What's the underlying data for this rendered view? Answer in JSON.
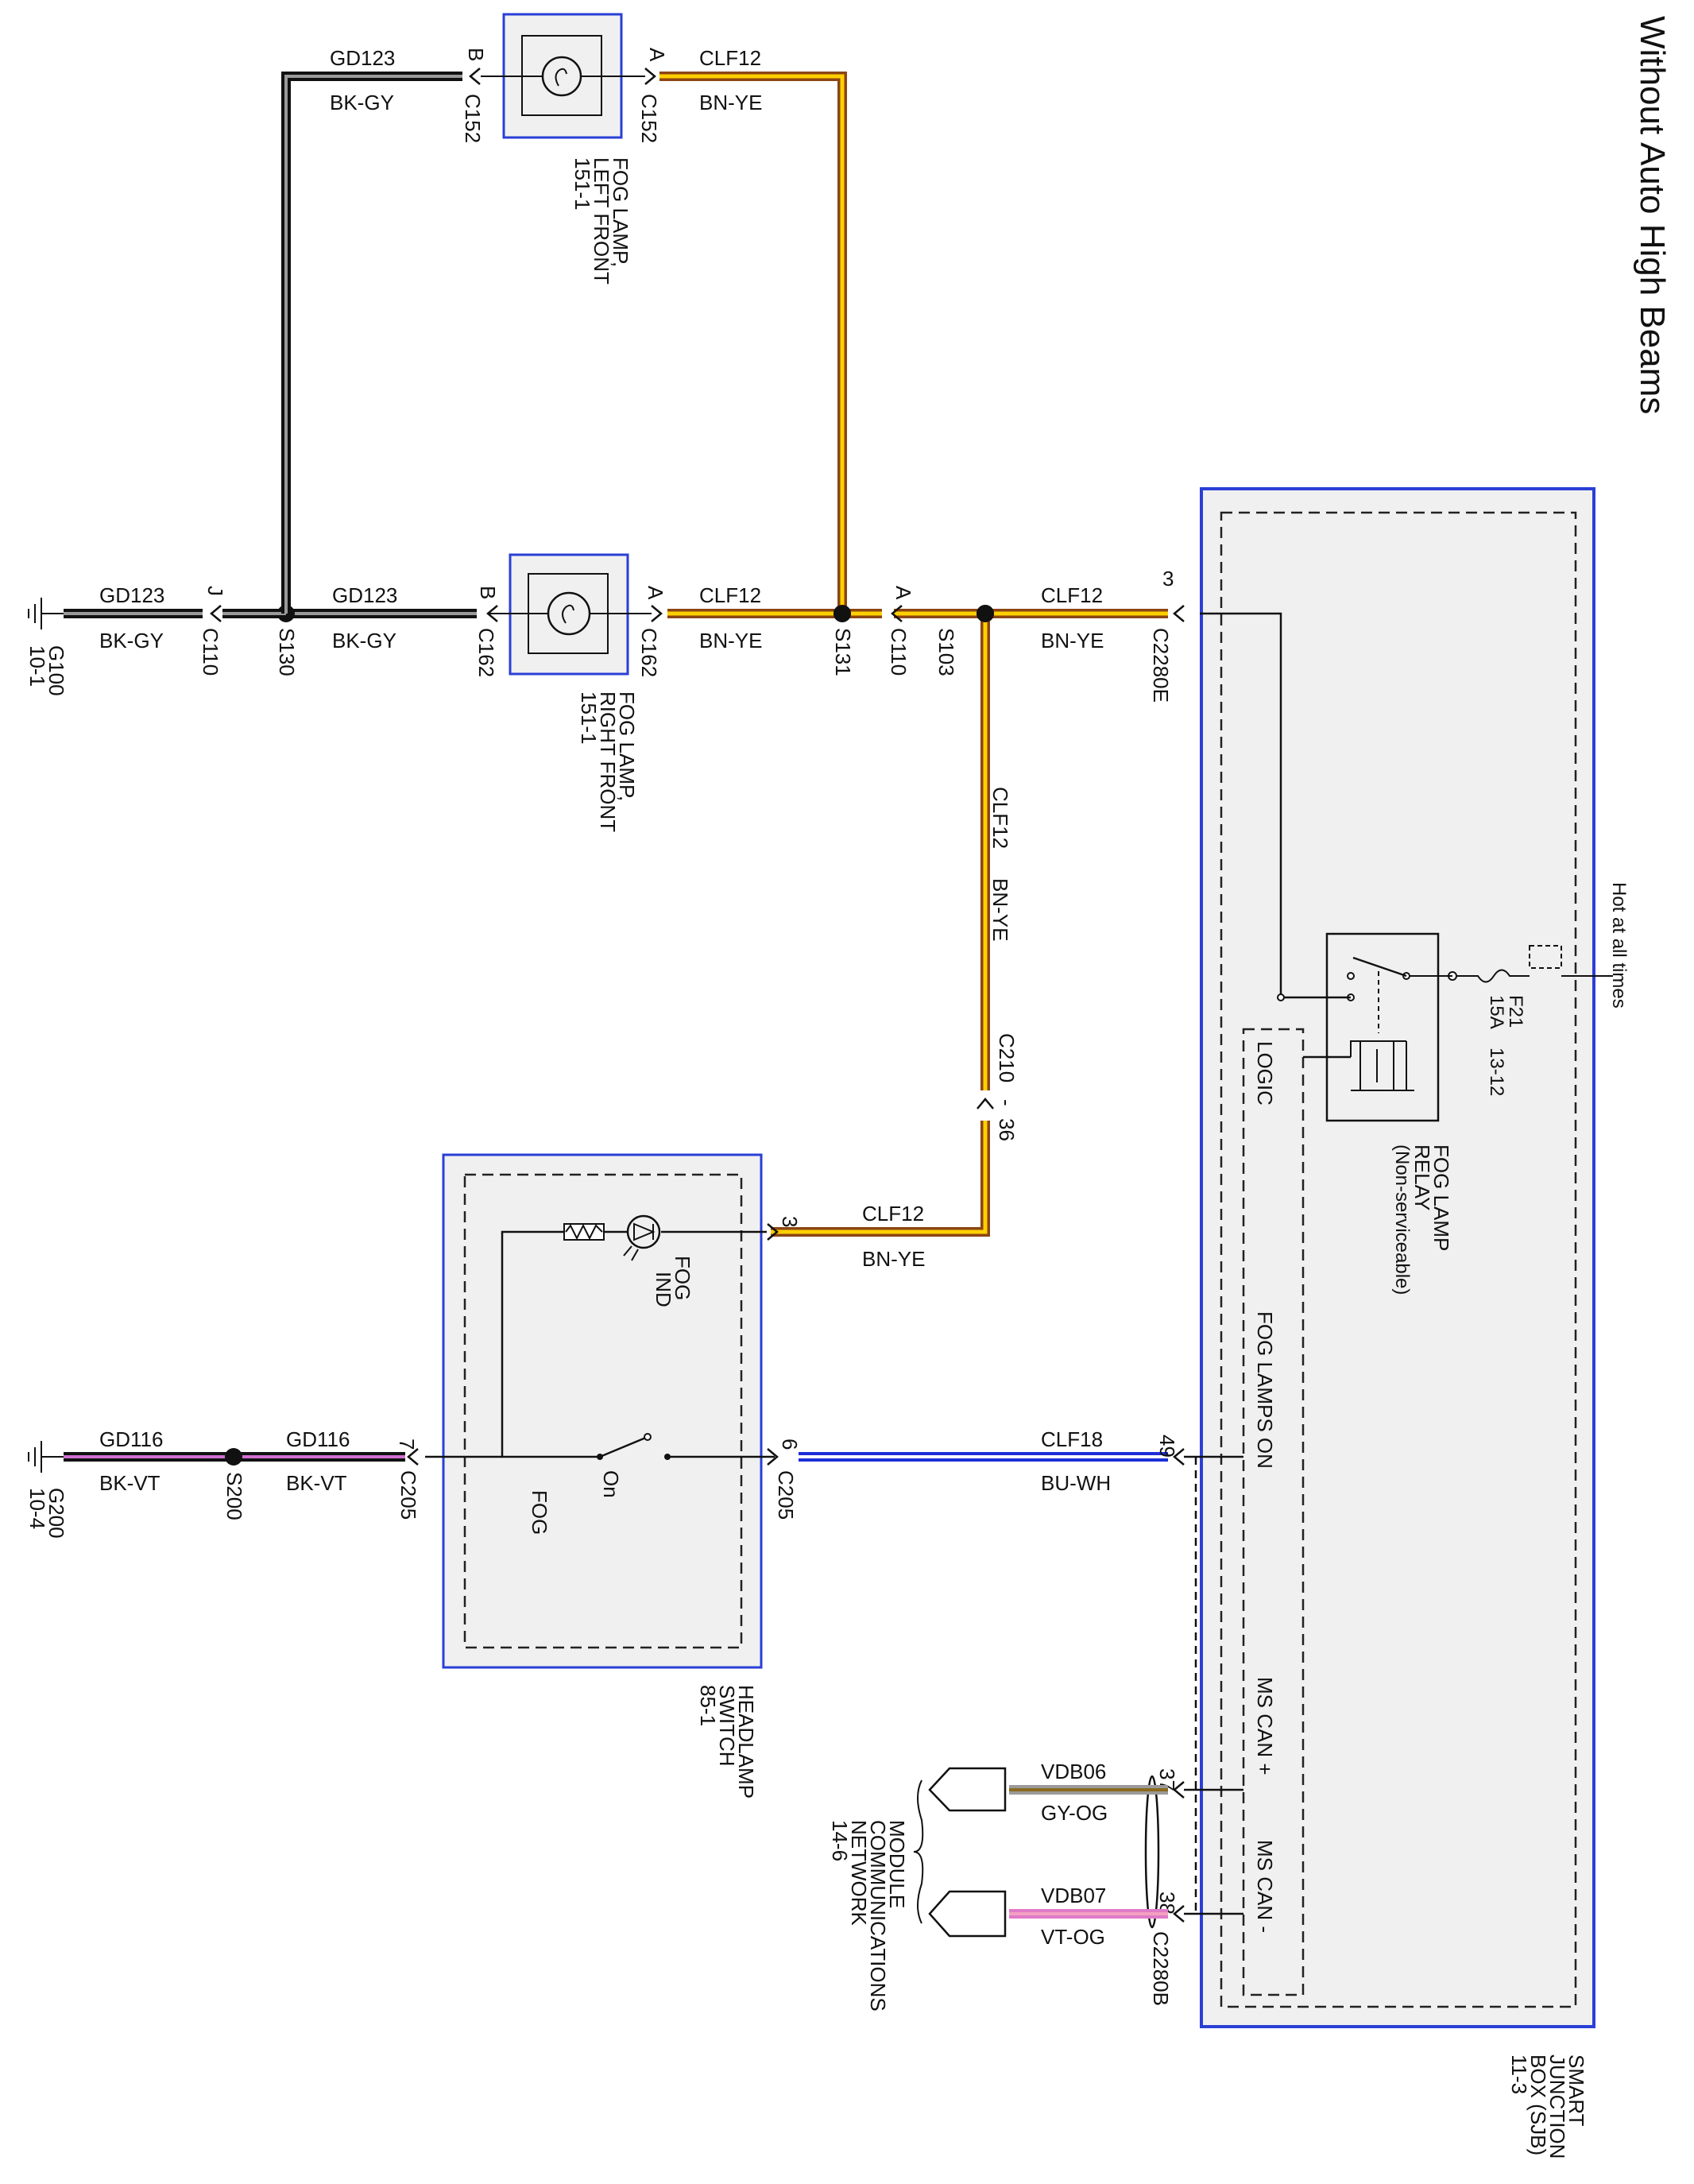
{
  "title": "Without Auto High Beams",
  "power": {
    "hot_label": "Hot at all times"
  },
  "fuse": {
    "name": "F21",
    "rating": "15A",
    "ref": "13-12"
  },
  "relay": {
    "name": "FOG LAMP",
    "line2": "RELAY",
    "note": "(Non-serviceable)"
  },
  "sjb": {
    "name": "SMART",
    "line2": "JUNCTION",
    "line3": "BOX (SJB)",
    "ref": "11-3",
    "logic": "LOGIC",
    "fog_on": "FOG LAMPS ON",
    "can_plus": "MS CAN +",
    "can_minus": "MS CAN -",
    "conn_e": "C2280E",
    "conn_b": "C2280B"
  },
  "pins": {
    "sjb_3": "3",
    "sjb_49": "49",
    "sjb_37": "37",
    "sjb_38": "38",
    "hs_3": "3",
    "hs_6": "6",
    "hs_7": "7",
    "c152_b": "B",
    "c152_a": "A",
    "c162_b": "B",
    "c162_a": "A",
    "c110_j": "J",
    "c110_a": "A"
  },
  "connectors": {
    "c152": "C152",
    "c162": "C162",
    "c110": "C110",
    "c205": "C205",
    "c210": "C210",
    "c210_pin": "36",
    "c210_dash": "-"
  },
  "splices": {
    "s130": "S130",
    "s131": "S131",
    "s103": "S103",
    "s200": "S200"
  },
  "grounds": {
    "g100": "G100",
    "g100_ref": "10-1",
    "g200": "G200",
    "g200_ref": "10-4"
  },
  "wires": {
    "clf12": "CLF12",
    "bn_ye": "BN-YE",
    "gd123": "GD123",
    "bk_gy": "BK-GY",
    "gd116": "GD116",
    "bk_vt": "BK-VT",
    "clf18": "CLF18",
    "bu_wh": "BU-WH",
    "vdb06": "VDB06",
    "gy_og": "GY-OG",
    "vdb07": "VDB07",
    "vt_og": "VT-OG"
  },
  "fog_lf": {
    "line1": "FOG LAMP,",
    "line2": "LEFT FRONT",
    "line3": "151-1"
  },
  "fog_rf": {
    "line1": "FOG LAMP,",
    "line2": "RIGHT FRONT",
    "line3": "151-1"
  },
  "headlamp": {
    "line1": "HEADLAMP",
    "line2": "SWITCH",
    "line3": "85-1",
    "fog_ind": "FOG",
    "fog_ind2": "IND",
    "sw_fog": "FOG",
    "sw_on": "On"
  },
  "mcn": {
    "line1": "MODULE",
    "line2": "COMMUNICATIONS",
    "line3": "NETWORK",
    "line4": "14-6"
  },
  "colors": {
    "bn_ye_outer": "#8B4513",
    "bn_ye_inner": "#FFD000",
    "bk_gy_outer": "#111111",
    "bk_gy_inner": "#9a9a9a",
    "bk_vt_inner": "#D070D0",
    "bu_wh_outer": "#1c2ed8",
    "bu_wh_inner": "#ffffff",
    "gy_og_outer": "#9a9a9a",
    "gy_og_inner": "#E08A2A",
    "vt_og_outer": "#E07AC8",
    "vt_og_inner": "#F29060",
    "box_border": "#2a3fd6",
    "box_fill": "#f0f0f0"
  }
}
